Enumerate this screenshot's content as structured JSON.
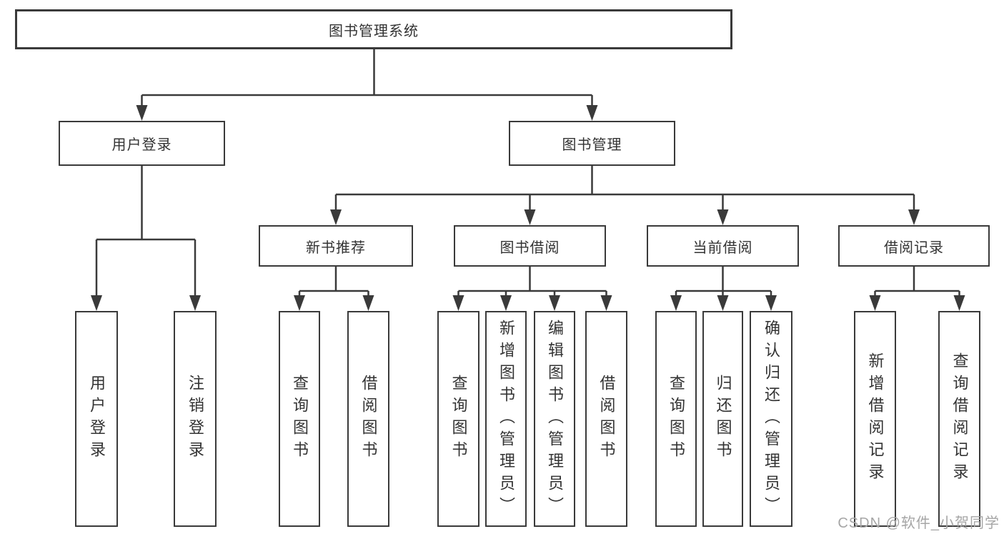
{
  "diagram": {
    "root": "图书管理系统",
    "level2": {
      "user_login": "用户登录",
      "book_management": "图书管理"
    },
    "level3": {
      "new_book_recommend": "新书推荐",
      "book_borrowing": "图书借阅",
      "current_borrowing": "当前借阅",
      "borrowing_records": "借阅记录"
    },
    "leaves": {
      "user_login": [
        "用户登录",
        "注销登录"
      ],
      "new_book_recommend": [
        "查询图书",
        "借阅图书"
      ],
      "book_borrowing": [
        "查询图书",
        "新增图书（管理员）",
        "编辑图书（管理员）",
        "借阅图书"
      ],
      "current_borrowing": [
        "查询图书",
        "归还图书",
        "确认归还（管理员）"
      ],
      "borrowing_records": [
        "新增借阅记录",
        "查询借阅记录"
      ]
    }
  },
  "watermark": "CSDN @软件_小贺同学",
  "colors": {
    "line": "#3a3a3a",
    "box_border": "#3a3a3a",
    "box_background": "#ffffff",
    "text": "#333333",
    "watermark": "#a6a6a6",
    "page_background": "#ffffff"
  }
}
